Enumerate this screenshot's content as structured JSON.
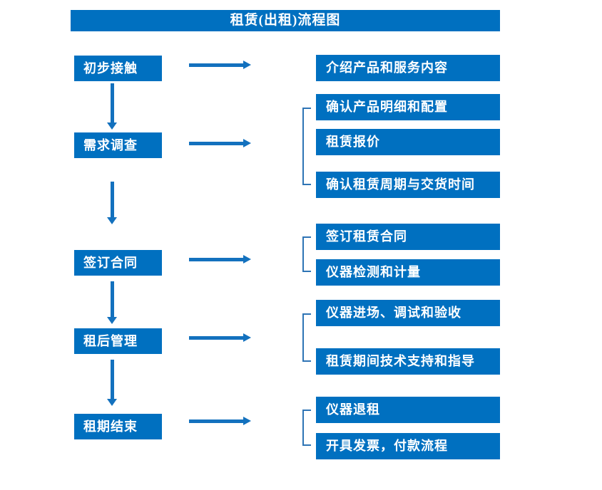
{
  "title": "租赁(出租)流程图",
  "colors": {
    "primary": "#0070C0",
    "arrow": "#1371BE",
    "bracket": "#2E74B5",
    "text": "#FFFFFF",
    "background": "#FFFFFF"
  },
  "flow": {
    "steps": [
      {
        "label": "初步接触",
        "details": [
          "介绍产品和服务内容"
        ]
      },
      {
        "label": "需求调查",
        "details": [
          "确认产品明细和配置",
          "租赁报价",
          "确认租赁周期与交货时间"
        ]
      },
      {
        "label": "签订合同",
        "details": [
          "签订租赁合同",
          "仪器检测和计量"
        ]
      },
      {
        "label": "租后管理",
        "details": [
          "仪器进场、调试和验收",
          "租赁期间技术支持和指导"
        ]
      },
      {
        "label": "租期结束",
        "details": [
          "仪器退租",
          "开具发票，付款流程"
        ]
      }
    ]
  }
}
